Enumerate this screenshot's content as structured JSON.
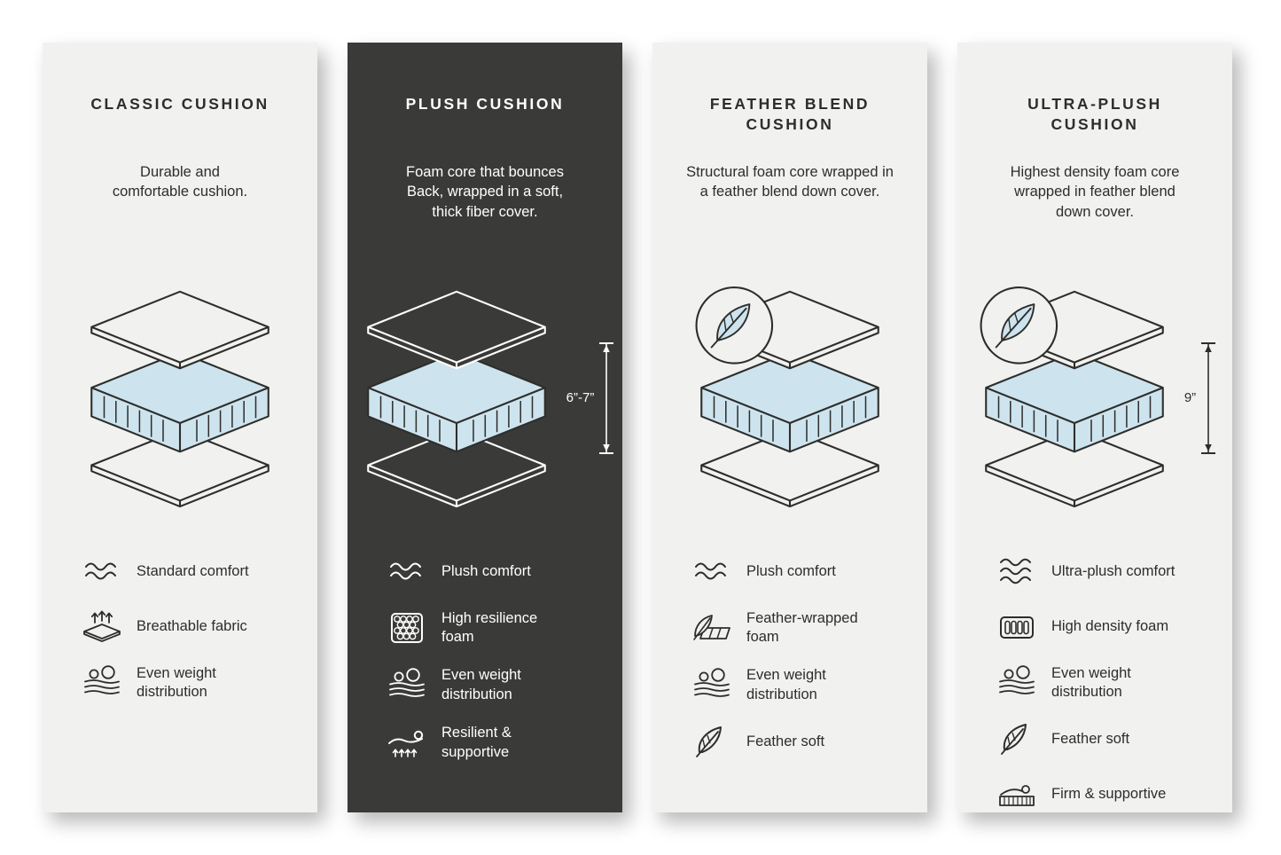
{
  "page": {
    "background": "#ffffff",
    "card_light_bg": "#f1f1ef",
    "card_dark_bg": "#3a3a38",
    "foam_blue": "#cde4ee",
    "line_color": "#2e2e2c"
  },
  "cards": [
    {
      "id": "classic-cushion",
      "theme": "light",
      "title": "CLASSIC CUSHION",
      "description": "Durable and\ncomfortable cushion.",
      "has_feather_badge": false,
      "measurement": "",
      "features": [
        {
          "icon": "waves-icon",
          "label": "Standard comfort"
        },
        {
          "icon": "breathable-fabric-icon",
          "label": "Breathable fabric"
        },
        {
          "icon": "even-weight-icon",
          "label": "Even weight\ndistribution"
        }
      ]
    },
    {
      "id": "plush-cushion",
      "theme": "dark",
      "title": "PLUSH CUSHION",
      "description": "Foam core that bounces\nBack, wrapped in a soft,\nthick fiber cover.",
      "has_feather_badge": false,
      "measurement": "6”-7”",
      "features": [
        {
          "icon": "waves-icon",
          "label": "Plush comfort"
        },
        {
          "icon": "foam-cells-icon",
          "label": "High resilience\nfoam"
        },
        {
          "icon": "even-weight-icon",
          "label": "Even weight\ndistribution"
        },
        {
          "icon": "resilient-person-icon",
          "label": "Resilient &\nsupportive"
        }
      ]
    },
    {
      "id": "feather-blend-cushion",
      "theme": "light",
      "title": "FEATHER BLEND\nCUSHION",
      "description": "Structural foam core wrapped in\na feather blend down cover.",
      "has_feather_badge": true,
      "measurement": "",
      "features": [
        {
          "icon": "waves-icon",
          "label": "Plush comfort"
        },
        {
          "icon": "feather-wrapped-foam-icon",
          "label": "Feather-wrapped\nfoam"
        },
        {
          "icon": "even-weight-icon",
          "label": "Even weight\ndistribution"
        },
        {
          "icon": "feather-icon",
          "label": "Feather soft"
        }
      ]
    },
    {
      "id": "ultra-plush-cushion",
      "theme": "light",
      "title": "ULTRA-PLUSH\nCUSHION",
      "description": "Highest density foam core\nwrapped in feather blend\ndown cover.",
      "has_feather_badge": true,
      "measurement": "9”",
      "features": [
        {
          "icon": "waves-3-icon",
          "label": "Ultra-plush comfort"
        },
        {
          "icon": "high-density-foam-icon",
          "label": "High density foam"
        },
        {
          "icon": "even-weight-icon",
          "label": "Even weight\ndistribution"
        },
        {
          "icon": "feather-icon",
          "label": "Feather soft"
        },
        {
          "icon": "firm-support-icon",
          "label": "Firm & supportive"
        }
      ]
    }
  ]
}
